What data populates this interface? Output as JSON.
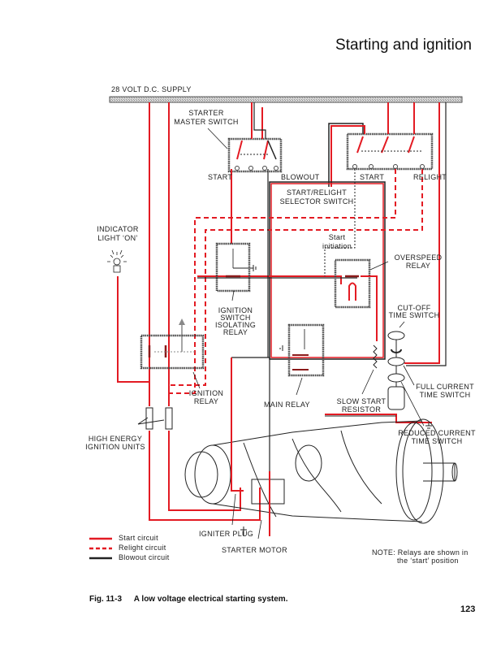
{
  "page": {
    "header": "Starting and ignition",
    "page_number": "123"
  },
  "figure": {
    "number": "Fig. 11-3",
    "caption": "A low voltage electrical starting system.",
    "colors": {
      "start_circuit": "#e31b23",
      "relight_circuit": "#e31b23",
      "blowout_circuit": "#222222",
      "supply_bar": "#b5b5b5"
    },
    "labels": {
      "supply": "28 VOLT D.C. SUPPLY",
      "starter_master_switch_1": "STARTER",
      "starter_master_switch_2": "MASTER SWITCH",
      "start_left": "START",
      "blowout": "BLOWOUT",
      "start_right": "START",
      "relight": "RELIGHT",
      "selector_switch_1": "START/RELIGHT",
      "selector_switch_2": "SELECTOR SWITCH",
      "indicator_light_1": "INDICATOR",
      "indicator_light_2": "LIGHT ‘ON’",
      "start_initiation_1": "Start",
      "start_initiation_2": "initiation",
      "overspeed_relay_1": "OVERSPEED",
      "overspeed_relay_2": "RELAY",
      "ignition_isolating_1": "IGNITION",
      "ignition_isolating_2": "SWITCH",
      "ignition_isolating_3": "ISOLATING",
      "ignition_isolating_4": "RELAY",
      "cutoff_time_switch_1": "CUT-OFF",
      "cutoff_time_switch_2": "TIME SWITCH",
      "ignition_relay_1": "IGNITION",
      "ignition_relay_2": "RELAY",
      "main_relay": "MAIN RELAY",
      "slow_start_resistor_1": "SLOW START",
      "slow_start_resistor_2": "RESISTOR",
      "full_current_1": "FULL CURRENT",
      "full_current_2": "TIME SWITCH",
      "reduced_current_1": "REDUCED CURRENT",
      "reduced_current_2": "TIME SWITCH",
      "high_energy_1": "HIGH ENERGY",
      "high_energy_2": "IGNITION UNITS",
      "igniter_plug": "IGNITER PLUG",
      "starter_motor": "STARTER MOTOR",
      "note_1": "NOTE: Relays are shown in",
      "note_2": "the ‘start’ position"
    },
    "legend": [
      {
        "style": "solid-red",
        "label": "Start circuit"
      },
      {
        "style": "dashed-red",
        "label": "Relight circuit"
      },
      {
        "style": "solid-black",
        "label": "Blowout circuit"
      }
    ]
  }
}
